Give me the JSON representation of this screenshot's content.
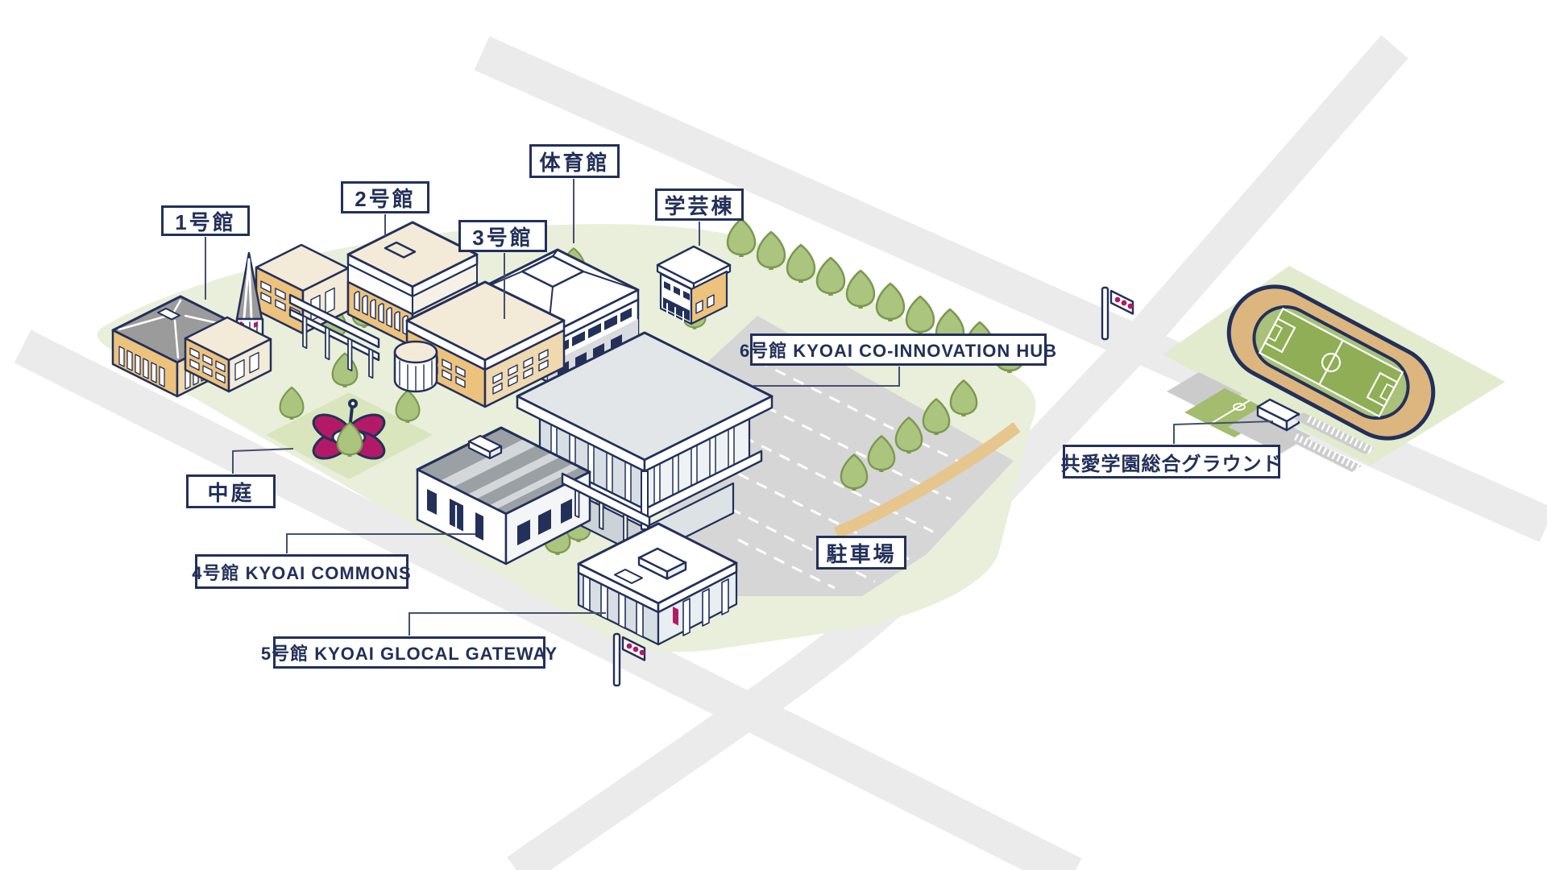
{
  "page": {
    "type": "campus-map-illustration",
    "background": "#ffffff"
  },
  "labels": {
    "bldg1": {
      "text": "1号館"
    },
    "bldg2": {
      "text": "2号館"
    },
    "bldg3": {
      "text": "3号館"
    },
    "gym": {
      "text": "体育館"
    },
    "geigei": {
      "text": "学芸棟"
    },
    "bldg6": {
      "text": "6号館 KYOAI CO-INNOVATION HUB"
    },
    "courtyard": {
      "text": "中庭"
    },
    "bldg4": {
      "text": "4号館 KYOAI COMMONS"
    },
    "bldg5": {
      "text": "5号館 KYOAI GLOCAL GATEWAY"
    },
    "parking": {
      "text": "駐車場"
    },
    "ground": {
      "text": "共愛学園総合グラウンド"
    }
  },
  "icons": {
    "tree": "tree-icon",
    "traffic_light": "traffic-light-icon",
    "flower_monument": "flower-monument-icon"
  },
  "palette": {
    "navy": "#22305A",
    "crimson": "#B21A68",
    "campus_green": "#E9EFDA",
    "courtyard_green": "#D9E5BD",
    "tree_green": "#ABC47E",
    "tree_outline": "#7B9850",
    "field_green": "#8FAE55",
    "track_tan": "#DCB67E",
    "path_tan": "#E6C68C",
    "road_gray": "#EBEBEB",
    "parking_gray": "#D6D6D6",
    "building_tan": "#ECC27D",
    "building_cream": "#F3EAD8",
    "roof_gray": "#9B9B9B",
    "glass_gray": "#D7DFE5"
  }
}
